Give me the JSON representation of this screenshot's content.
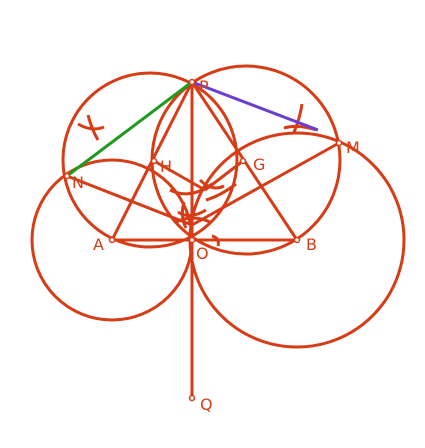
{
  "colors": {
    "construction": "#d63d17",
    "green_segment": "#1e9a1e",
    "purple_segment": "#6a3fd0",
    "background": "#ffffff"
  },
  "labels": {
    "P": "P",
    "N": "N",
    "H": "H",
    "G": "G",
    "M": "M",
    "A": "A",
    "O": "O",
    "B": "B",
    "Q": "Q"
  }
}
